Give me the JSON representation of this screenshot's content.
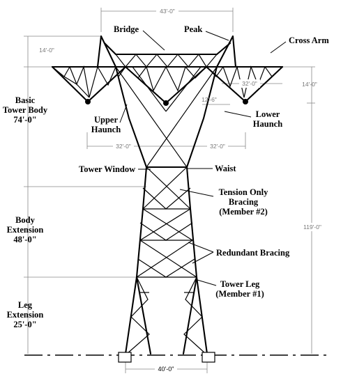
{
  "labels": {
    "bridge": "Bridge",
    "peak": "Peak",
    "cross_arm": "Cross Arm",
    "basic_tower_body_1": "Basic",
    "basic_tower_body_2": "Tower Body",
    "basic_tower_body_3": "74'-0\"",
    "upper_haunch_1": "Upper",
    "upper_haunch_2": "Haunch",
    "lower_haunch_1": "Lower",
    "lower_haunch_2": "Haunch",
    "tower_window": "Tower Window",
    "waist": "Waist",
    "tension_1": "Tension Only",
    "tension_2": "Bracing",
    "tension_3": "(Member #2)",
    "body_ext_1": "Body",
    "body_ext_2": "Extension",
    "body_ext_3": "48'-0\"",
    "redundant": "Redundant Bracing",
    "tower_leg_1": "Tower Leg",
    "tower_leg_2": "(Member #1)",
    "leg_ext_1": "Leg",
    "leg_ext_2": "Extension",
    "leg_ext_3": "25'-0\""
  },
  "dimensions": {
    "top_width": "43'-0\"",
    "peak_height": "14'-0\"",
    "arm_span": "32'-0\"",
    "arm_drop": "14'-0\"",
    "arm_offset": "12'-6\"",
    "left_haunch": "32'-0\"",
    "right_haunch": "32'-0\"",
    "total_height": "119'-0\"",
    "base_width": "40'-0\""
  }
}
